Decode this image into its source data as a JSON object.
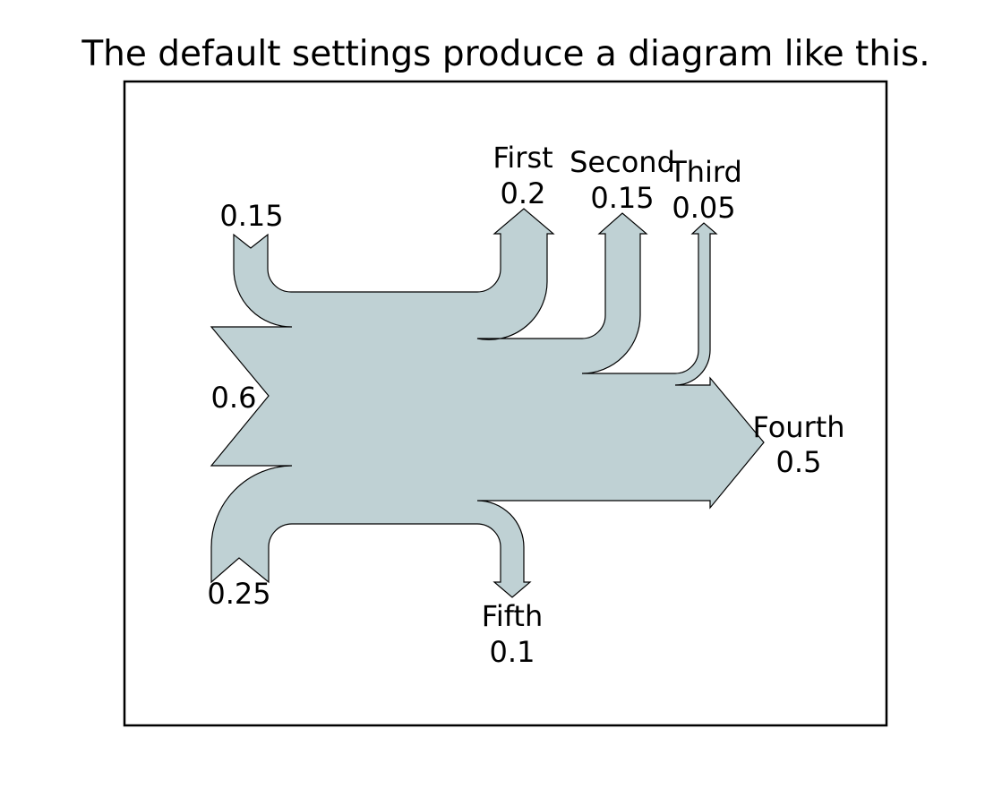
{
  "figure": {
    "title": "The default settings produce a diagram like this."
  },
  "chart_data": {
    "type": "sankey",
    "flows": [
      0.25,
      0.15,
      0.6,
      -0.2,
      -0.15,
      -0.05,
      -0.5,
      -0.1
    ],
    "labels": [
      "",
      "",
      "",
      "First",
      "Second",
      "Third",
      "Fourth",
      "Fifth"
    ],
    "flow_labels": [
      {
        "name": "",
        "value": "0.25"
      },
      {
        "name": "",
        "value": "0.15"
      },
      {
        "name": "",
        "value": "0.6"
      },
      {
        "name": "First",
        "value": "0.2"
      },
      {
        "name": "Second",
        "value": "0.15"
      },
      {
        "name": "Third",
        "value": "0.05"
      },
      {
        "name": "Fourth",
        "value": "0.5"
      },
      {
        "name": "Fifth",
        "value": "0.1"
      }
    ],
    "fill_color": "#bfd1d4",
    "stroke_color": "#000000"
  }
}
